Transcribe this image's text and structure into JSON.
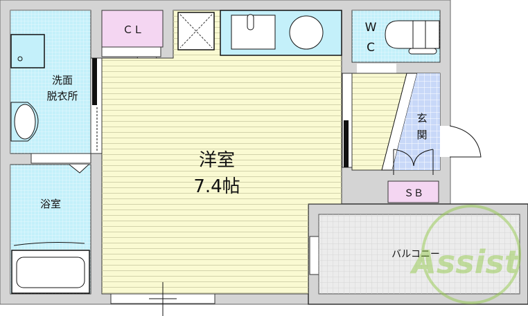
{
  "floorplan": {
    "rooms": {
      "western_room": {
        "name": "洋室",
        "size": "7.4帖"
      },
      "washroom": {
        "line1": "洗面",
        "line2": "脱衣所"
      },
      "bathroom": {
        "name": "浴室"
      },
      "closet": {
        "name": "ＣＬ"
      },
      "toilet": {
        "line1": "W",
        "line2": "C"
      },
      "entrance": {
        "line1": "玄",
        "line2": "関"
      },
      "shoe_box": {
        "name": "ＳＢ"
      },
      "balcony": {
        "name": "バルコニー"
      }
    },
    "watermark": "Assist",
    "colors": {
      "wall": "#d4d4d4",
      "wet_area": "#c4f0fa",
      "room_floor": "#fafad2",
      "storage": "#f4d6f2",
      "entrance_tile": "#c8d8f8",
      "balcony": "#ececec",
      "watermark": "#8cc83c"
    }
  }
}
